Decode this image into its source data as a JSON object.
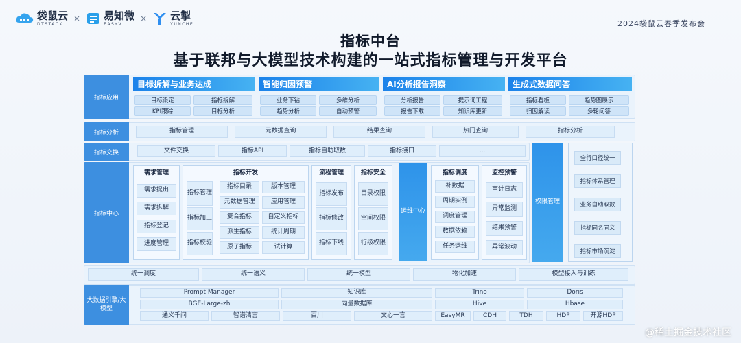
{
  "header": {
    "logos": [
      {
        "name": "袋鼠云",
        "sub": "DTSTACK"
      },
      {
        "name": "易知微",
        "sub": "EASYV"
      },
      {
        "name": "云掣",
        "sub": "YUNCHE"
      }
    ],
    "separator": "×",
    "event": "2024袋鼠云春季发布会"
  },
  "title": {
    "line1": "指标中台",
    "line2": "基于联邦与大模型技术构建的一站式指标管理与开发平台"
  },
  "app": {
    "label": "指标应用",
    "headers": [
      "目标拆解与业务达成",
      "智能归因预警",
      "AI分析报告洞察",
      "生成式数据问答"
    ],
    "items": [
      [
        "目标设定",
        "指标拆解",
        "KPI跟踪",
        "目标分析"
      ],
      [
        "业务下钻",
        "多维分析",
        "趋势分析",
        "自动预警"
      ],
      [
        "分析报告",
        "提示词工程",
        "报告下载",
        "知识库更新"
      ],
      [
        "指标看板",
        "趋势图展示",
        "归因解读",
        "多轮问答"
      ]
    ]
  },
  "analysis": {
    "label": "指标分析",
    "items": [
      "指标管理",
      "元数据查询",
      "结果查询",
      "热门查询",
      "指标分析"
    ]
  },
  "exchange": {
    "label": "指标交换",
    "items": [
      "文件交换",
      "指标API",
      "指标自助取数",
      "指标接口",
      "..."
    ]
  },
  "center": {
    "label": "指标中心",
    "demand": {
      "title": "需求管理",
      "items": [
        "需求提出",
        "需求拆解",
        "指标登记",
        "进度管理"
      ]
    },
    "dev": {
      "title": "指标开发",
      "left": [
        "指标管理",
        "指标加工",
        "指标校验"
      ],
      "grid": [
        "指标目录",
        "版本管理",
        "元数据管理",
        "应用管理",
        "复合指标",
        "自定义指标",
        "派生指标",
        "统计周期",
        "原子指标",
        "试计算"
      ]
    },
    "flow": {
      "title": "流程管理",
      "items": [
        "指标发布",
        "指标修改",
        "指标下线"
      ]
    },
    "security": {
      "title": "指标安全",
      "items": [
        "目录权限",
        "空间权限",
        "行级权限"
      ]
    },
    "ops": "运维中心",
    "schedule": {
      "title": "指标调度",
      "items": [
        "补数据",
        "周期实例",
        "调度管理",
        "数据依赖",
        "任务运维"
      ]
    },
    "monitor": {
      "title": "监控预警",
      "items": [
        "审计日志",
        "异常监测",
        "结果预警",
        "异常波动"
      ]
    },
    "permission": "权限管理",
    "right": [
      "全行口径统一",
      "指标体系管理",
      "业务自助取数",
      "指标同名同义",
      "指标市场沉淀"
    ]
  },
  "unify": {
    "items": [
      "统一调度",
      "统一语义",
      "统一模型",
      "物化加速",
      "模型接入与训练"
    ]
  },
  "engine": {
    "label": "大数据引擎/大模型",
    "row1": [
      "Prompt Manager",
      "知识库",
      "Trino",
      "Doris"
    ],
    "row2": [
      "BGE-Large-zh",
      "向量数据库",
      "Hive",
      "Hbase"
    ],
    "row3": [
      "通义千问",
      "智谱清言",
      "百川",
      "文心一言",
      "EasyMR",
      "CDH",
      "TDH",
      "HDP",
      "开源HDP"
    ]
  },
  "watermark": "@稀土掘金技术社区",
  "colors": {
    "accent": "#1b82ea",
    "label_bg": "#3d8fe0"
  }
}
